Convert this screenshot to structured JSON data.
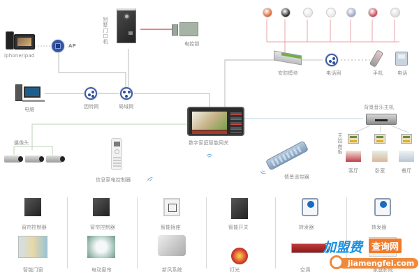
{
  "diagram": {
    "title": "数字家庭智能系统拓扑图",
    "colors": {
      "network_line": "#bdbdbd",
      "security_line": "#e8a0a8",
      "lock_line": "#d23a3a",
      "control_line": "#b9d4b4",
      "phone_link": "#9fb4c8",
      "node_border": "#3c5aa6",
      "wifi": "#6aa6d6"
    },
    "nodes": {
      "iphone_ipad": "iphone/ipad",
      "ap": "AP",
      "door_station": "别墅门口机",
      "electric_lock": "电控锁",
      "pc": "电脑",
      "internet": "因特网",
      "lan": "局域网",
      "gateway": "数字家庭智能网关",
      "security_module": "安防模块",
      "telephone_network": "电话网",
      "mobile_phone": "手机",
      "telephone": "电话",
      "cameras": "摄像头",
      "appliance_controller": "信息家电控制器",
      "scene_remote": "情景遥控器",
      "bg_music_host": "背景音乐主机",
      "main_control_panel": "主控面板",
      "rooms": [
        "客厅",
        "卧室",
        "餐厅"
      ]
    },
    "sensors": [
      {
        "name": "siren",
        "color": "#e0602f"
      },
      {
        "name": "camera-dome",
        "color": "#222222"
      },
      {
        "name": "smoke-detector",
        "color": "#e6e6e6"
      },
      {
        "name": "gas-detector",
        "color": "#e9e9e9"
      },
      {
        "name": "pir-sensor",
        "color": "#9aa2c4"
      },
      {
        "name": "emergency-button",
        "color": "#d04050"
      },
      {
        "name": "door-sensor",
        "color": "#dcdcdc"
      }
    ],
    "devices": [
      {
        "top": "窗帘控制器",
        "bottom": "智能门窗"
      },
      {
        "top": "窗帘控制器",
        "bottom": "电动窗帘"
      },
      {
        "top": "智能插座",
        "bottom": "新风系统"
      },
      {
        "top": "智能开关",
        "bottom": "灯光"
      },
      {
        "top": "转发器",
        "bottom": "空调"
      },
      {
        "top": "转发器",
        "bottom": "家庭影院"
      }
    ],
    "watermark": {
      "main": "加盟费",
      "box": "查询网",
      "url": "jiamengfei.com"
    }
  }
}
